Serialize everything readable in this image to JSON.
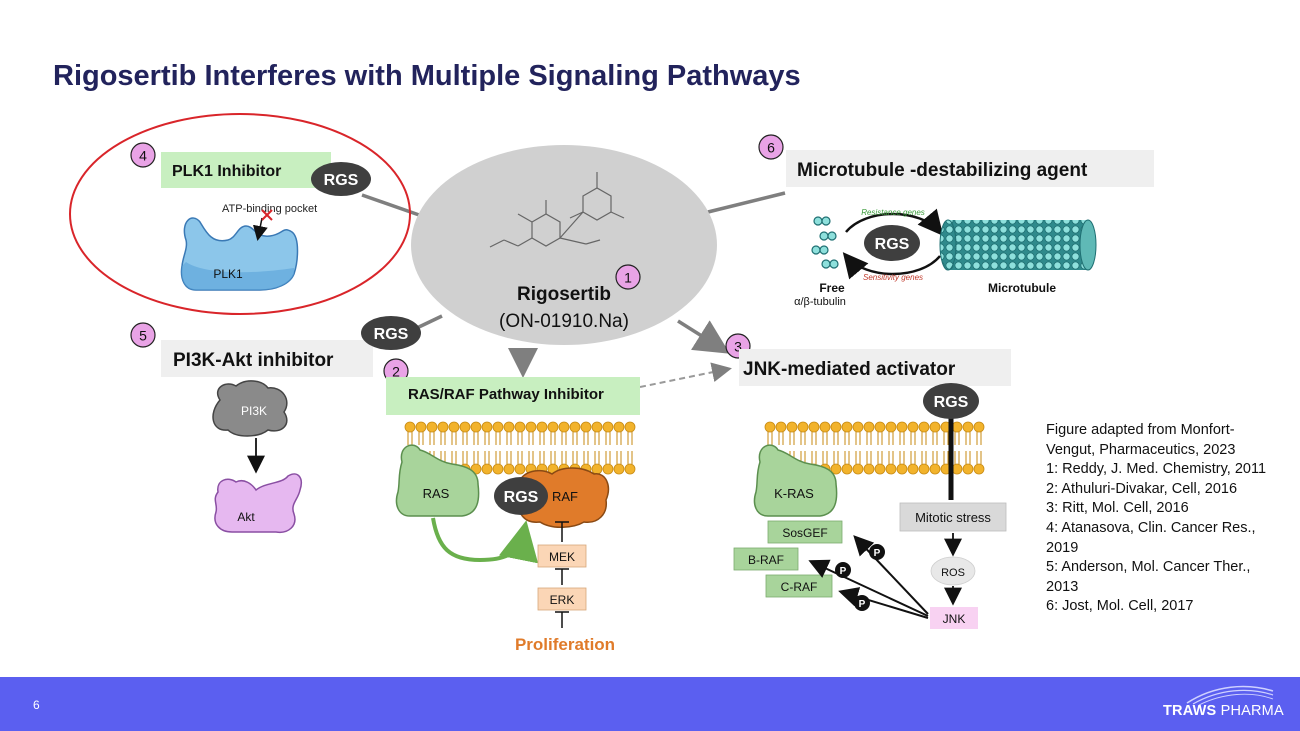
{
  "title": "Rigosertib Interferes with Multiple Signaling Pathways",
  "center": {
    "drug_name": "Rigosertib",
    "drug_code": "(ON-01910.Na)",
    "badge": "1"
  },
  "rgs_label": "RGS",
  "pathways": {
    "plk1": {
      "badge": "4",
      "label": "PLK1 Inhibitor",
      "pocket_label": "ATP-binding pocket",
      "protein": "PLK1"
    },
    "pi3k": {
      "badge": "5",
      "label": "PI3K-Akt inhibitor",
      "protein_top": "PI3K",
      "protein_bottom": "Akt"
    },
    "ras_raf": {
      "badge": "2",
      "label": "RAS/RAF Pathway Inhibitor",
      "ras": "RAS",
      "raf": "RAF",
      "mek": "MEK",
      "erk": "ERK",
      "outcome": "Proliferation"
    },
    "microtubule": {
      "badge": "6",
      "label": "Microtubule -destabilizing agent",
      "resistance": "Resistance genes",
      "sensitivity": "Sensitivity genes",
      "free_line1": "Free",
      "free_line2": "α/β-tubulin",
      "microtubule": "Microtubule"
    },
    "jnk": {
      "badge": "3",
      "label": "JNK-mediated activator",
      "kras": "K-RAS",
      "mitotic": "Mitotic stress",
      "ros": "ROS",
      "jnk": "JNK",
      "sosgef": "SosGEF",
      "braf": "B-RAF",
      "craf": "C-RAF",
      "phospho": "P"
    }
  },
  "references": [
    "Figure adapted from Monfort-Vengut, Pharmaceutics, 2023",
    "1:  Reddy, J. Med. Chemistry, 2011",
    "2: Athuluri-Divakar, Cell, 2016",
    "3: Ritt, Mol. Cell, 2016",
    "4: Atanasova, Clin. Cancer Res., 2019",
    "5: Anderson, Mol. Cancer Ther., 2013",
    "6: Jost, Mol. Cell, 2017"
  ],
  "footer": {
    "page_number": "6",
    "brand_part1": "TRAWS",
    "brand_part2": " PHARMA"
  },
  "colors": {
    "title": "#22235c",
    "badge_fill": "#e9a3e6",
    "green_box": "#c8efc0",
    "grey_box": "#efefef",
    "rgs_fill": "#3f3f3f",
    "footer": "#5b5ff0",
    "membrane": "#f2b32c",
    "ras_green": "#a8d49b",
    "raf_orange": "#e07b2a",
    "proliferation": "#e07b2a",
    "plk1_blue": "#8cc6ea",
    "akt_purple": "#e6b8f0",
    "ellipse_red": "#d9252a"
  }
}
